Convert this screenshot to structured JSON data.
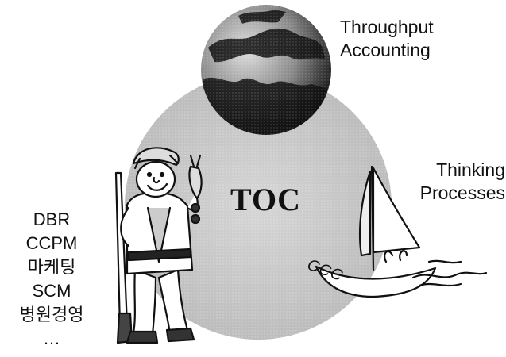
{
  "center_label": "TOC",
  "top_branch": {
    "lines": [
      "Throughput",
      "Accounting"
    ]
  },
  "right_branch": {
    "lines": [
      "Thinking",
      "Processes"
    ]
  },
  "left_branch": {
    "lines": [
      "DBR",
      "CCPM",
      "마케팅",
      "SCM",
      "병원경영",
      "…"
    ]
  },
  "boat_waves_text": "CCC",
  "colors": {
    "circle": "#c9c9c9",
    "globe_dark": "#1a1a1a",
    "ink": "#111111"
  },
  "icons": [
    "globe-icon",
    "hunter-illustration",
    "sailboat-illustration"
  ]
}
